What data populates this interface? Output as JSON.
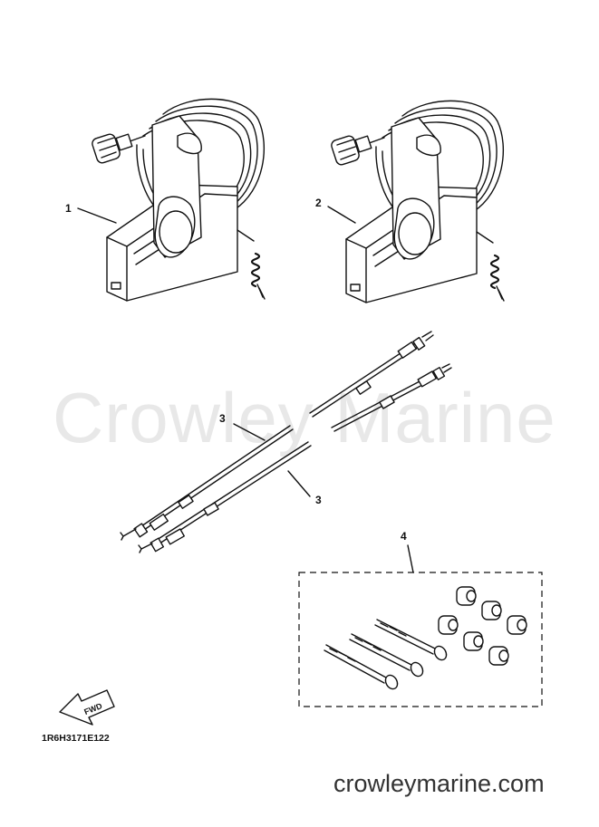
{
  "watermark": "Crowley Marine",
  "diagram_code": "1R6H3171E122",
  "fwd_label": "FWD",
  "site_url": "crowleymarine.com",
  "callouts": {
    "part1": "1",
    "part2": "2",
    "part3_upper": "3",
    "part3_lower": "3",
    "part4": "4"
  }
}
